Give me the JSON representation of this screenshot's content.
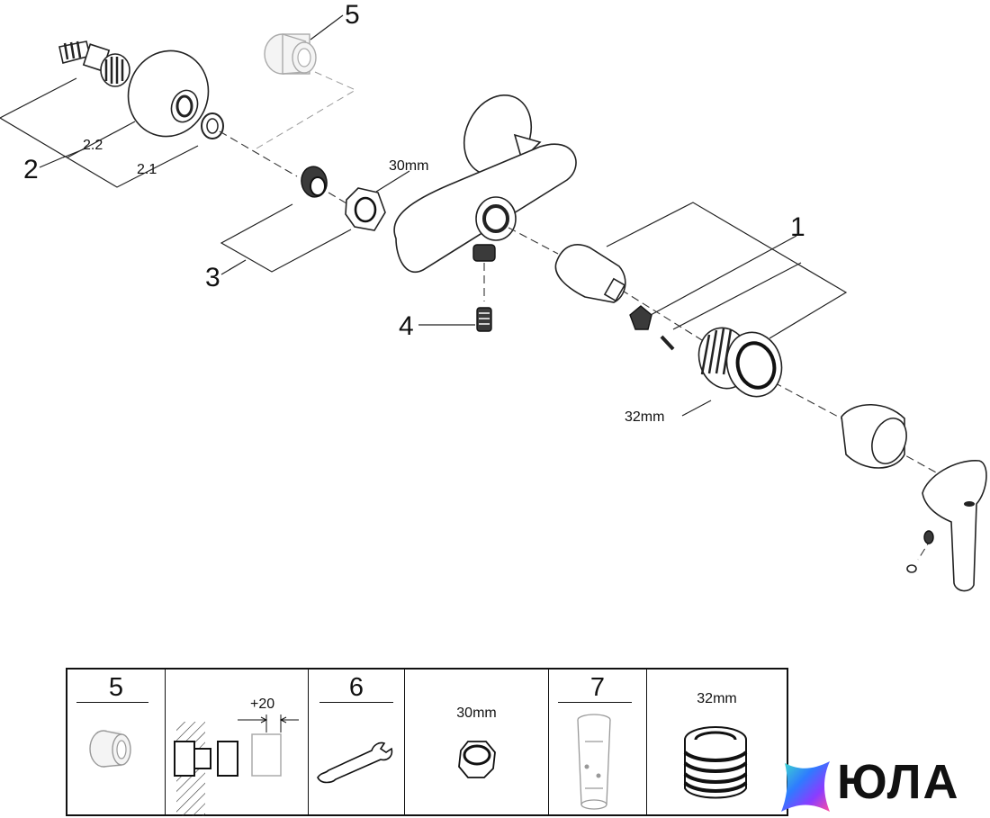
{
  "labels": {
    "part1": "1",
    "part2": "2",
    "part2_1": "2.1",
    "part2_2": "2.2",
    "part3": "3",
    "part4": "4",
    "part5": "5",
    "wrench30": "30mm",
    "wrench32": "32mm"
  },
  "table": {
    "cell1_num": "5",
    "cell2_dim": "+20",
    "cell3_num": "6",
    "cell4_size": "30mm",
    "cell5_num": "7",
    "cell6_size": "32mm"
  },
  "brand": {
    "text": "ЮЛА",
    "colors": [
      "#2f7bff",
      "#8a3cff",
      "#ff4fa0",
      "#3ee0c8"
    ]
  },
  "icons": [
    "wrench-icon",
    "nut-icon",
    "extension-icon",
    "tool-sleeve-icon",
    "cartridge-nut-icon",
    "aerator-icon"
  ]
}
